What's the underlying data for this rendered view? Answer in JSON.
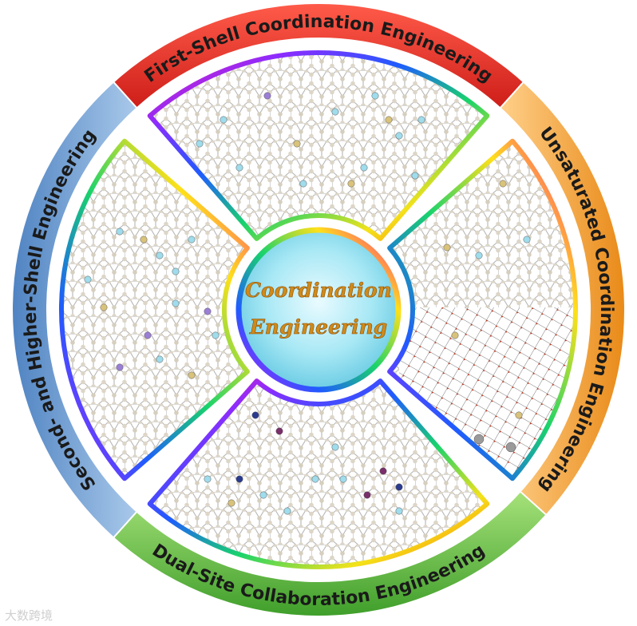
{
  "banners": {
    "top": "First-Shell Coordination Engineering",
    "right": "Unsaturated Coordination Engineering",
    "bottom": "Dual-Site Collaboration Engineering",
    "left": "Second- and Higher-Shell Engineering"
  },
  "center": {
    "line1": "Coordination",
    "line2": "Engineering"
  },
  "watermark": "大数跨境",
  "colors": {
    "banner_top": "#e8221f",
    "banner_right": "#f2a53b",
    "banner_bottom": "#6cc04a",
    "banner_left": "#6f9fd0",
    "center_fill": "#9fe3f2"
  }
}
